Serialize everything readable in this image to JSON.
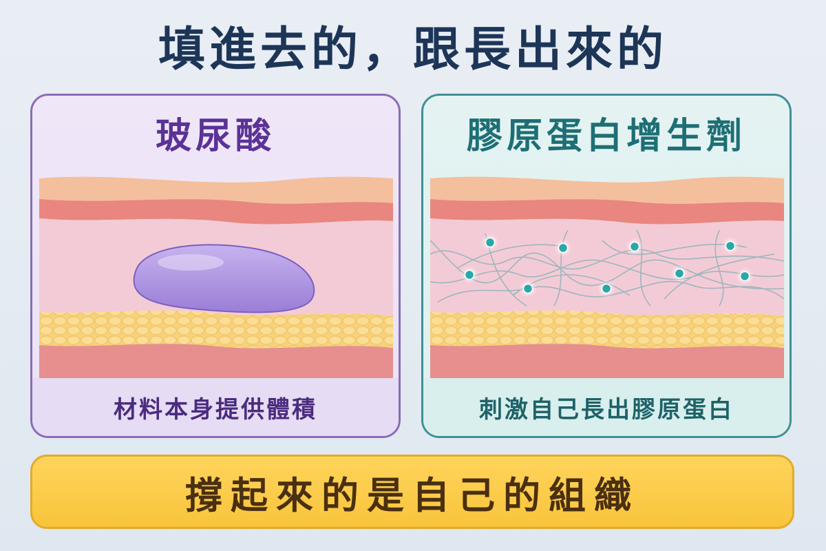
{
  "title": "填進去的，跟長出來的",
  "left_panel": {
    "title": "玻尿酸",
    "caption": "材料本身提供體積"
  },
  "right_panel": {
    "title": "膠原蛋白增生劑",
    "caption": "刺激自己長出膠原蛋白"
  },
  "banner": "撐起來的是自己的組織",
  "colors": {
    "title": "#1d3557",
    "left_accent": "#5b3296",
    "left_border": "#8a6bb8",
    "filler": "#a98ee0",
    "right_accent": "#1e6f75",
    "right_border": "#3f8f95",
    "collagen_dot": "#2aa7a8",
    "epidermis": "#f4bf9d",
    "dermis_top": "#e9867f",
    "dermis": "#f3cbd6",
    "fat": "#f7d27a",
    "muscle": "#e78e8e",
    "banner": "#f8c43b"
  }
}
